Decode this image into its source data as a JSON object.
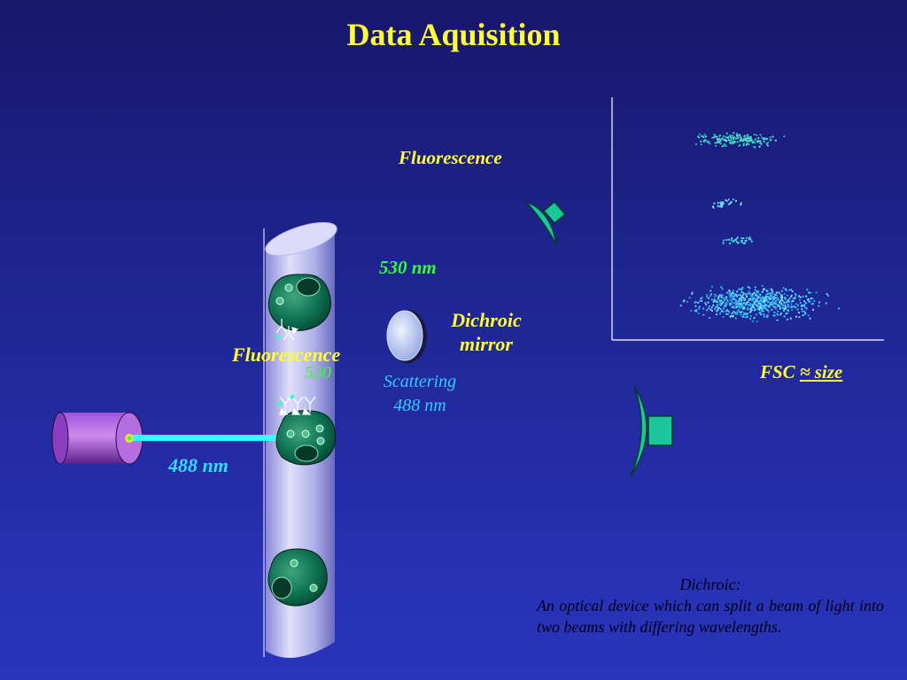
{
  "title": "Data Aquisition",
  "labels": {
    "fluorescence_top": "Fluorescence",
    "nm_530": "530 nm",
    "dichroic_mirror_line1": "Dichroic",
    "dichroic_mirror_line2": "mirror",
    "fluorescence_cell": "Fluorescence",
    "fl_530": "530",
    "scattering_line1": "Scattering",
    "scattering_line2": "488 nm",
    "laser_nm": "488 nm",
    "fsc_prefix": "FSC ",
    "fsc_size": "≈ size"
  },
  "note": {
    "heading": "Dichroic:",
    "body": "An optical device which can split a beam of light into two beams with differing wavelengths."
  },
  "colors": {
    "title": "#ffff33",
    "cell": "#0b6e4f",
    "detector": "#19c79a",
    "laser_beam": "#33ffff",
    "tube": "#c8c8f4"
  },
  "icons": [
    "laser-source-icon",
    "flow-tube-icon",
    "cell-icon",
    "antibody-icon",
    "detector-icon",
    "dichroic-mirror-icon"
  ]
}
